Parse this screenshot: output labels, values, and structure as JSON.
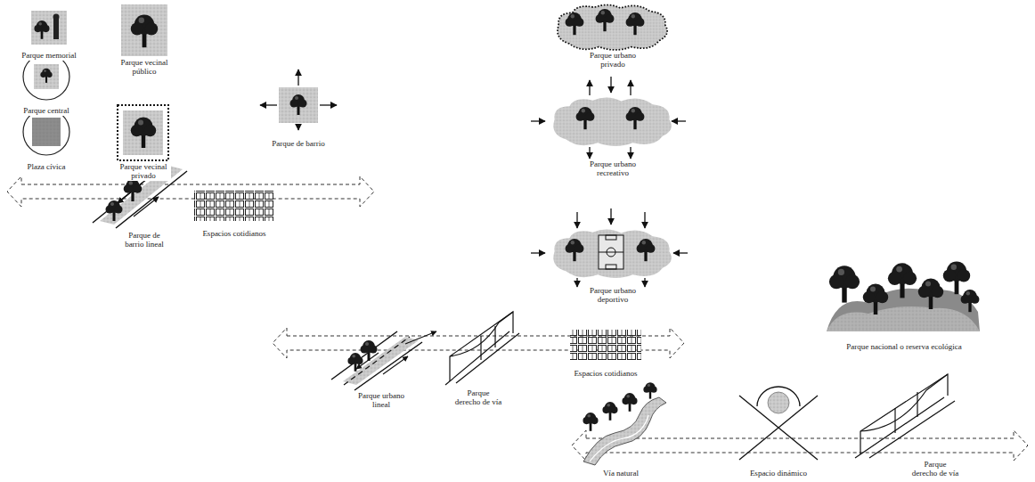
{
  "diagram": {
    "nodes": [
      {
        "text": [
          "Parque memorial"
        ]
      },
      {
        "text": [
          "Parque vecinal público"
        ]
      },
      {
        "text": [
          "Parque central"
        ]
      },
      {
        "text": [
          "Plaza cívica"
        ]
      },
      {
        "text": [
          "Parque vecinal privado"
        ]
      },
      {
        "text": [
          "Parque de barrio"
        ]
      },
      {
        "text": [
          "Parque de barrio lineal"
        ]
      },
      {
        "text": [
          "Espacios cotidianos"
        ]
      },
      {
        "text": [
          "Parque urbano lineal"
        ]
      },
      {
        "text": [
          "Parque derecho de vía"
        ]
      },
      {
        "text": [
          "Espacios cotidianos"
        ]
      },
      {
        "text": [
          "Parque urbano privado"
        ]
      },
      {
        "text": [
          "Parque urbano recreativo"
        ]
      },
      {
        "text": [
          "Parque urbano deportivo"
        ]
      },
      {
        "text": [
          "Parque nacional o reserva ecológica"
        ]
      },
      {
        "text": [
          "Vía natural"
        ]
      },
      {
        "text": [
          "Espacio dinámico"
        ]
      },
      {
        "text": [
          "Parque derecho de vía"
        ]
      }
    ]
  }
}
